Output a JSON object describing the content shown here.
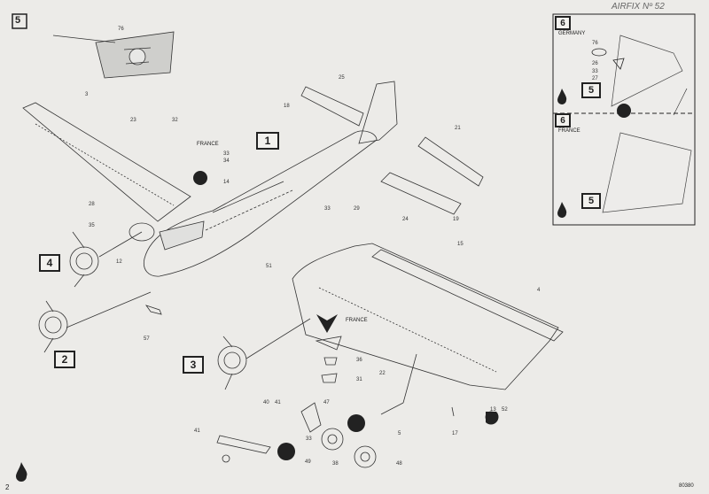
{
  "page": {
    "step_number": "5",
    "page_number": "2",
    "kit_code": "80380",
    "handwritten_note": "AIRFIX Nº 52"
  },
  "steps": {
    "box_1": "1",
    "box_2": "2",
    "box_3": "3",
    "box_4": "4"
  },
  "inset": {
    "step_6_top": "6",
    "step_6_bottom": "6",
    "box_5_top": "5",
    "box_5_bottom": "5",
    "germany_label": "GERMANY",
    "france_label": "FRANCE",
    "parts": [
      "76",
      "26",
      "33",
      "27"
    ]
  },
  "callouts": {
    "france_top": "FRANCE",
    "france_wing": "FRANCE",
    "detail_part": "76"
  },
  "part_numbers": {
    "p3": "3",
    "p23": "23",
    "p32": "32",
    "p33": "33",
    "p34": "34",
    "p14": "14",
    "p28": "28",
    "p35": "35",
    "p12": "12",
    "p25": "25",
    "p18": "18",
    "p21": "21",
    "p24": "24",
    "p19": "19",
    "p15": "15",
    "p51": "51",
    "p4": "4",
    "p57": "57",
    "p36": "36",
    "p31": "31",
    "p22": "22",
    "p13": "13",
    "p52": "52",
    "p17": "17",
    "p5": "5",
    "p40": "40",
    "p41": "41",
    "p47": "47",
    "p49": "49",
    "p38": "38",
    "p48": "48",
    "p41b": "41",
    "p33b": "33",
    "p29": "29",
    "p33c": "33"
  },
  "colors": {
    "paper": "#ecebe8",
    "ink": "#222222"
  }
}
